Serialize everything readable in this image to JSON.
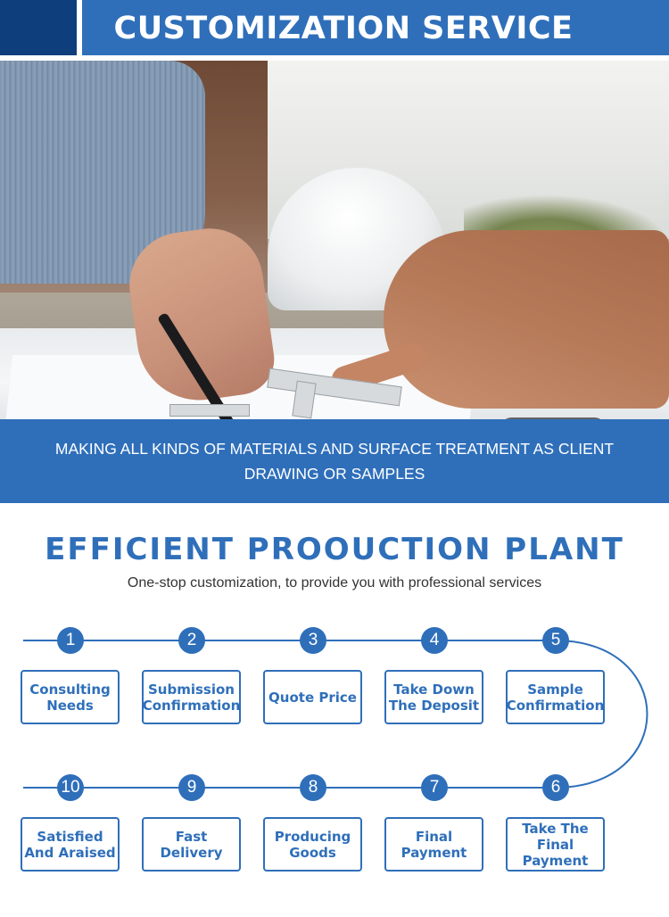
{
  "header": {
    "title": "CUSTOMIZATION SERVICE",
    "accent_color": "#0f3e7c",
    "bar_color": "#2f6fba"
  },
  "hero": {
    "subject": "hands reviewing engineering drawing with pen, white hard hat and metal brackets on desk"
  },
  "banner": {
    "text": "MAKING ALL KINDS OF MATERIALS AND SURFACE TREATMENT AS CLIENT DRAWING OR SAMPLES"
  },
  "section": {
    "title": "EFFICIENT PROOUCTION PLANT",
    "subtitle": "One-stop customization, to provide you with professional services"
  },
  "steps": [
    {
      "num": "1",
      "label": "Consulting Needs"
    },
    {
      "num": "2",
      "label": "Submission Confirmation"
    },
    {
      "num": "3",
      "label": "Quote Price"
    },
    {
      "num": "4",
      "label": "Take Down The Deposit"
    },
    {
      "num": "5",
      "label": "Sample Confirmation"
    },
    {
      "num": "6",
      "label": "Take The Final Payment"
    },
    {
      "num": "7",
      "label": "Final Payment"
    },
    {
      "num": "8",
      "label": "Producing Goods"
    },
    {
      "num": "9",
      "label": "Fast Delivery"
    },
    {
      "num": "10",
      "label": "Satisfied And Araised"
    }
  ],
  "theme": {
    "primary": "#2f6fba"
  }
}
